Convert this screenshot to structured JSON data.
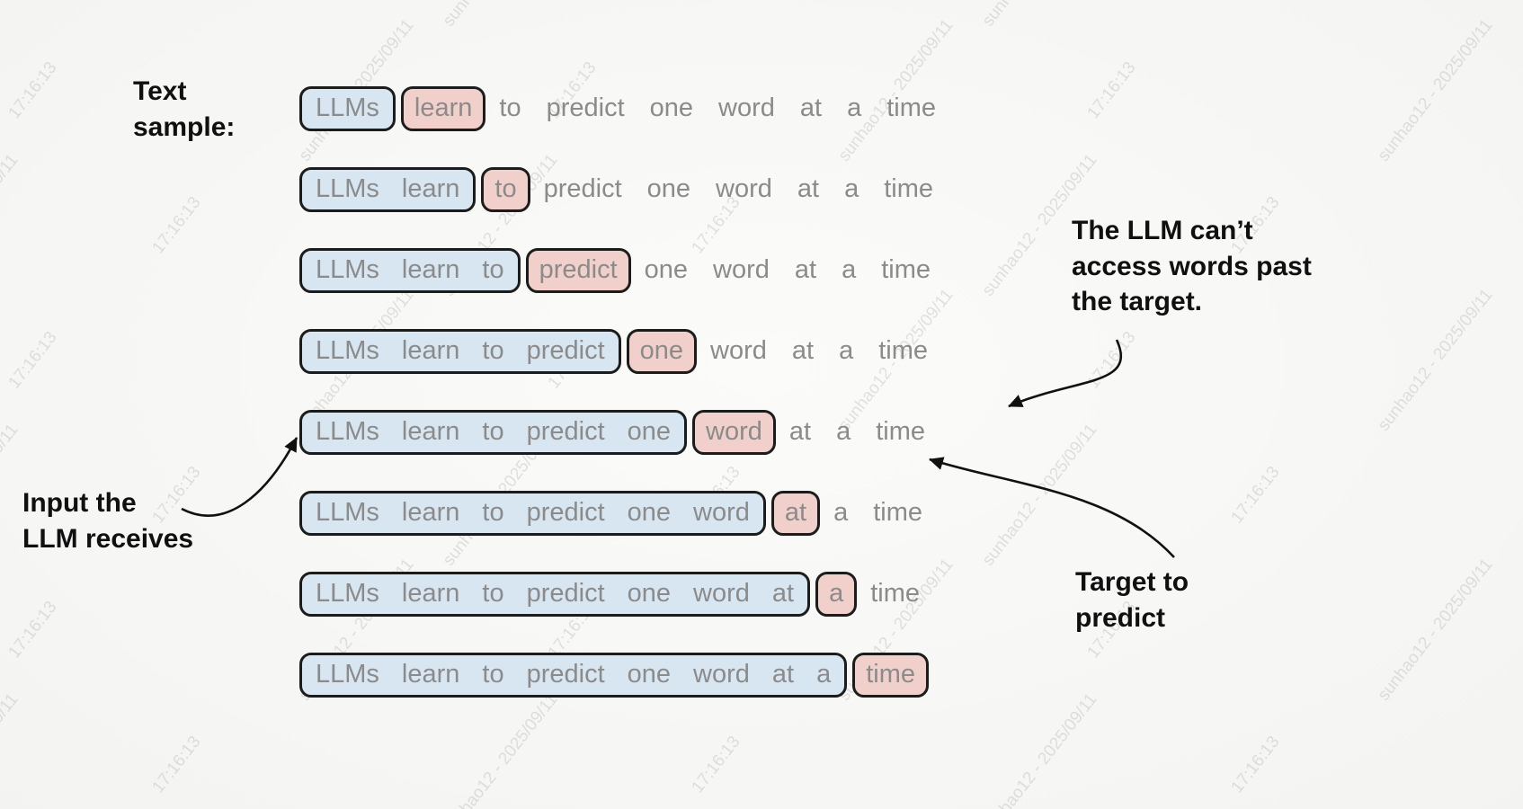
{
  "diagram": {
    "text_sample_label": "Text\nsample:",
    "sentence": "LLMs learn to predict one word at a time",
    "annotations": {
      "no_access": "The LLM can’t\naccess words past\nthe target.",
      "input": "Input the\nLLM receives",
      "target": "Target to\npredict"
    },
    "rows": [
      {
        "input": [
          "LLMs"
        ],
        "target": "learn",
        "rest": [
          "to",
          "predict",
          "one",
          "word",
          "at",
          "a",
          "time"
        ]
      },
      {
        "input": [
          "LLMs",
          "learn"
        ],
        "target": "to",
        "rest": [
          "predict",
          "one",
          "word",
          "at",
          "a",
          "time"
        ]
      },
      {
        "input": [
          "LLMs",
          "learn",
          "to"
        ],
        "target": "predict",
        "rest": [
          "one",
          "word",
          "at",
          "a",
          "time"
        ]
      },
      {
        "input": [
          "LLMs",
          "learn",
          "to",
          "predict"
        ],
        "target": "one",
        "rest": [
          "word",
          "at",
          "a",
          "time"
        ]
      },
      {
        "input": [
          "LLMs",
          "learn",
          "to",
          "predict",
          "one"
        ],
        "target": "word",
        "rest": [
          "at",
          "a",
          "time"
        ]
      },
      {
        "input": [
          "LLMs",
          "learn",
          "to",
          "predict",
          "one",
          "word"
        ],
        "target": "at",
        "rest": [
          "a",
          "time"
        ]
      },
      {
        "input": [
          "LLMs",
          "learn",
          "to",
          "predict",
          "one",
          "word",
          "at"
        ],
        "target": "a",
        "rest": [
          "time"
        ]
      },
      {
        "input": [
          "LLMs",
          "learn",
          "to",
          "predict",
          "one",
          "word",
          "at",
          "a"
        ],
        "target": "time",
        "rest": []
      }
    ],
    "colors": {
      "input_fill": "#d8e6f1",
      "target_fill": "#f1d0cb",
      "box_border": "#1c1c1c",
      "word_color": "#8b8b8b",
      "label_color": "#101010",
      "arrow_color": "#111111"
    }
  },
  "watermark": {
    "line1": "sunhao12 - 2025/09/11",
    "line2": "17:16:13"
  }
}
